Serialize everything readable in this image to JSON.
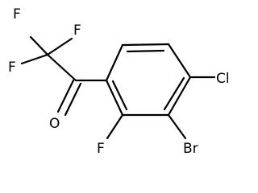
{
  "molecule": {
    "atoms": {
      "f_top_left": "F",
      "f_top_right": "F",
      "f_left": "F",
      "oxygen": "O",
      "f_ring": "F",
      "bromine": "Br",
      "chlorine": "Cl"
    },
    "colors": {
      "bond": "#000000",
      "label": "#000000",
      "background": "#ffffff"
    }
  }
}
